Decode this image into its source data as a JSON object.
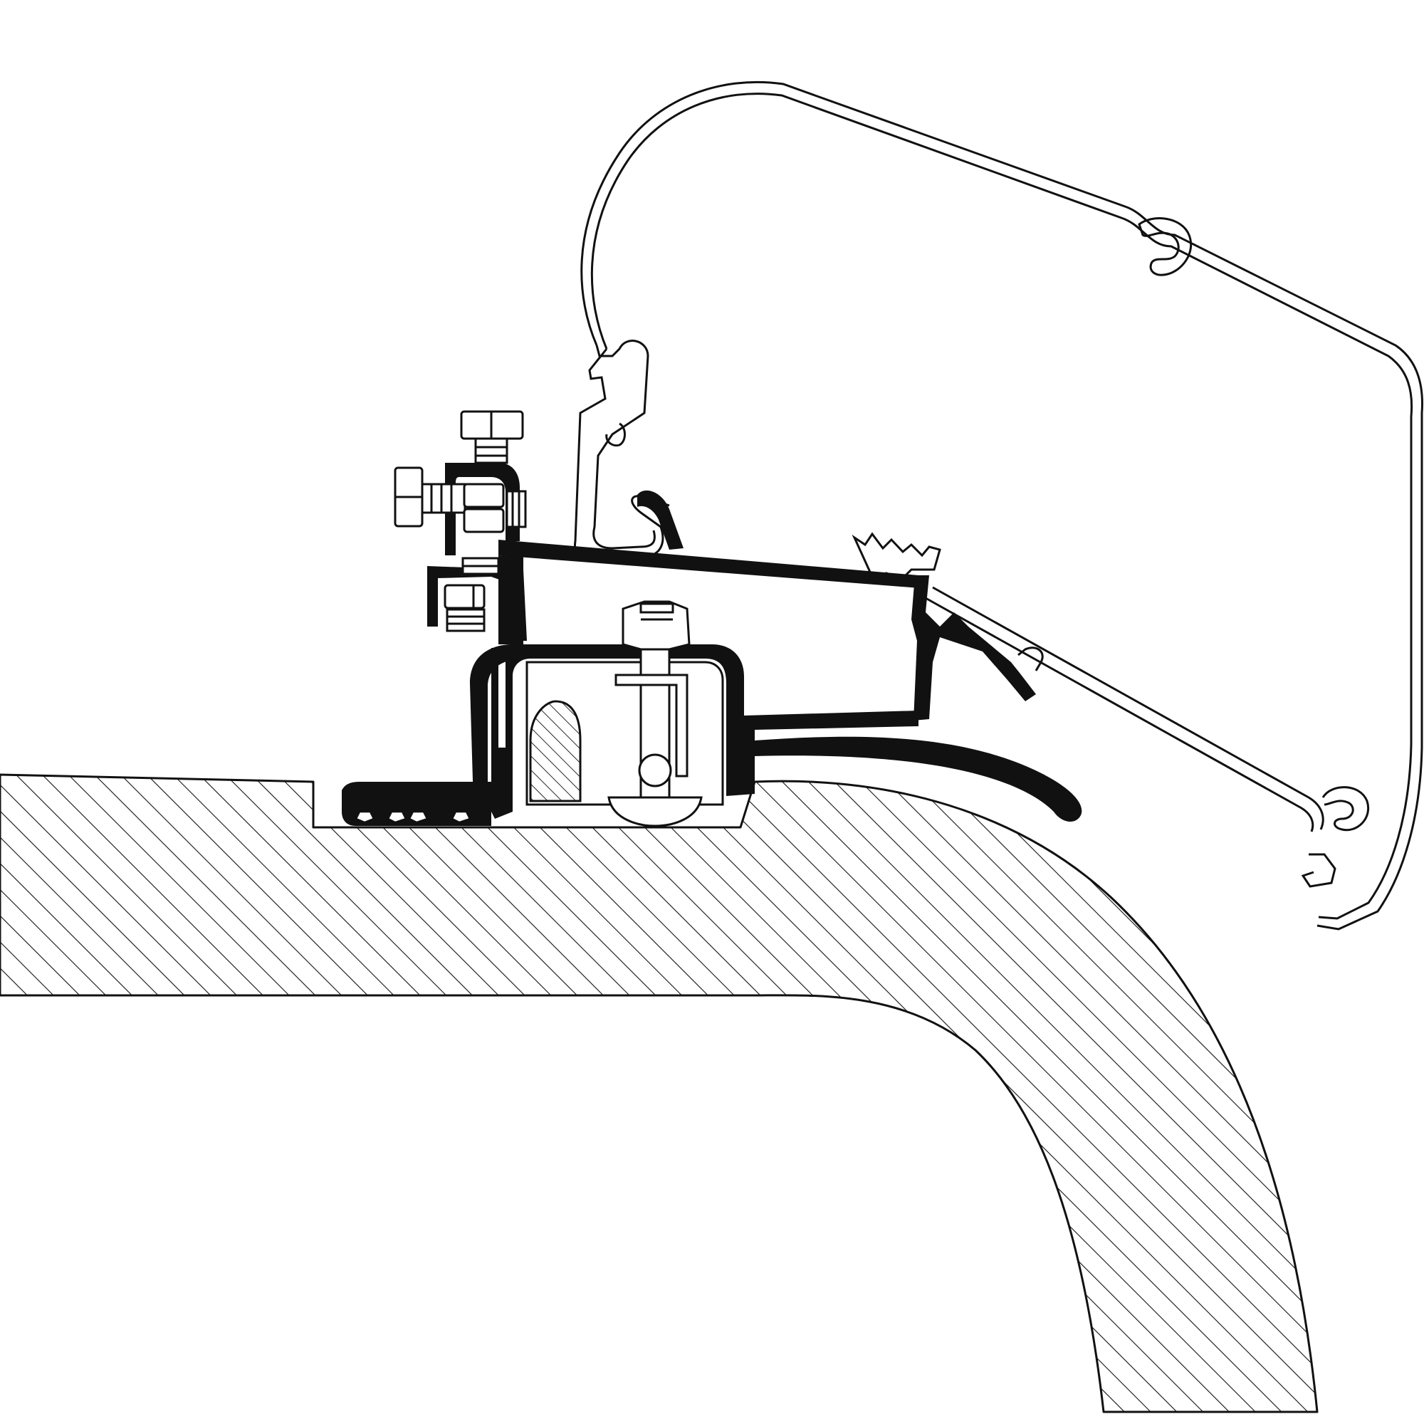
{
  "diagram": {
    "colors": {
      "background": "#ffffff",
      "ink": "#111111",
      "hatch": "#111111"
    },
    "parts": [
      {
        "id": "roof",
        "icon": "hatched-roof-section"
      },
      {
        "id": "awning-cassette",
        "icon": "outline-profile"
      },
      {
        "id": "mounting-rail",
        "icon": "black-profile"
      },
      {
        "id": "adjusting-bolts",
        "icon": "hex-bolt"
      },
      {
        "id": "clamp-bolt",
        "icon": "hex-nut"
      }
    ]
  }
}
